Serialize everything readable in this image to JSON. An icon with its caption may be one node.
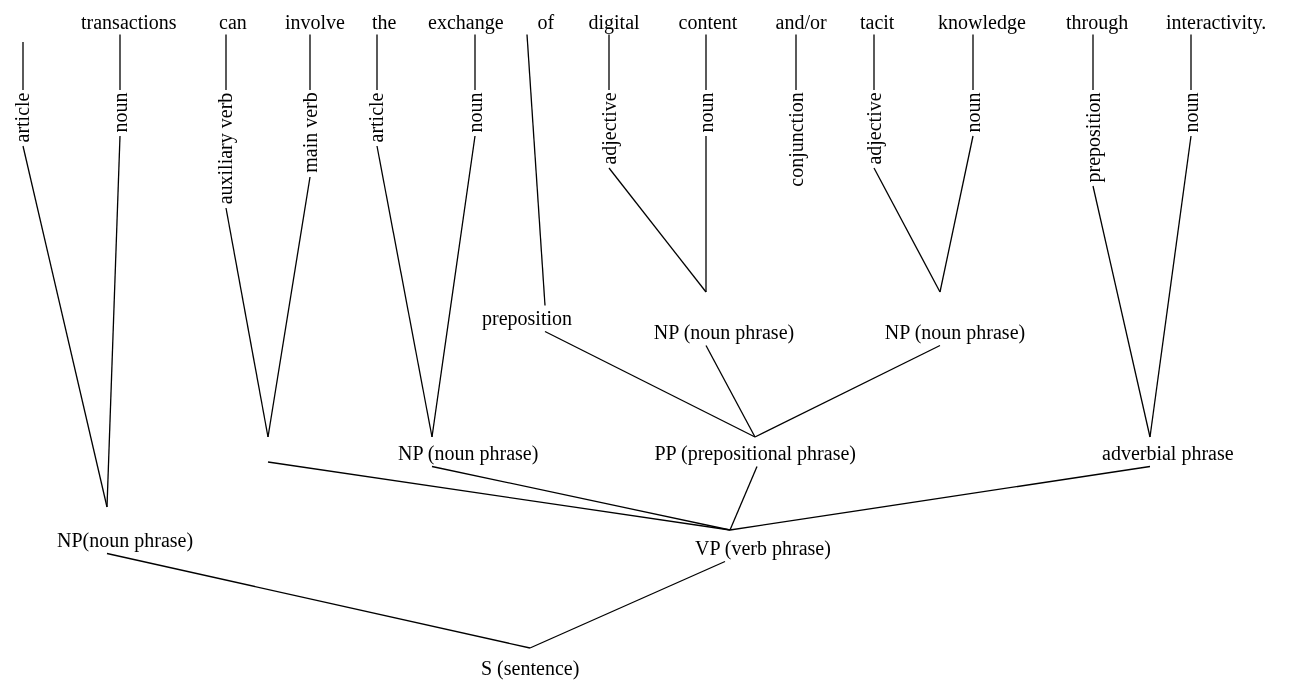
{
  "diagram": {
    "nodes": [
      {
        "text": [
          "transactions"
        ]
      },
      {
        "text": [
          "can"
        ]
      },
      {
        "text": [
          "involve"
        ]
      },
      {
        "text": [
          "the"
        ]
      },
      {
        "text": [
          "exchange"
        ]
      },
      {
        "text": [
          "of"
        ]
      },
      {
        "text": [
          "digital"
        ]
      },
      {
        "text": [
          "content"
        ]
      },
      {
        "text": [
          "and/or"
        ]
      },
      {
        "text": [
          "tacit"
        ]
      },
      {
        "text": [
          "knowledge"
        ]
      },
      {
        "text": [
          "through"
        ]
      },
      {
        "text": [
          "interactivity."
        ]
      },
      {
        "text": [
          "article"
        ]
      },
      {
        "text": [
          "noun"
        ]
      },
      {
        "text": [
          "auxiliary verb"
        ]
      },
      {
        "text": [
          "main verb"
        ]
      },
      {
        "text": [
          "article"
        ]
      },
      {
        "text": [
          "noun"
        ]
      },
      {
        "text": [
          "adjective"
        ]
      },
      {
        "text": [
          "noun"
        ]
      },
      {
        "text": [
          "conjunction"
        ]
      },
      {
        "text": [
          "adjective"
        ]
      },
      {
        "text": [
          "noun"
        ]
      },
      {
        "text": [
          "preposition"
        ]
      },
      {
        "text": [
          "noun"
        ]
      },
      {
        "text": [
          "preposition"
        ]
      },
      {
        "text": [
          "NP (noun phrase)"
        ]
      },
      {
        "text": [
          "NP (noun phrase)"
        ]
      },
      {
        "text": [
          "NP (noun phrase)"
        ]
      },
      {
        "text": [
          "PP (prepositional phrase)"
        ]
      },
      {
        "text": [
          "adverbial phrase"
        ]
      },
      {
        "text": [
          "NP(noun phrase)"
        ]
      },
      {
        "text": [
          "VP (verb phrase)"
        ]
      },
      {
        "text": [
          "S (sentence)"
        ]
      }
    ],
    "edges": [
      {
        "from": null,
        "to": 13,
        "arrow": "none"
      },
      {
        "from": 0,
        "to": 14,
        "arrow": "none"
      },
      {
        "from": 1,
        "to": 15,
        "arrow": "none"
      },
      {
        "from": 2,
        "to": 16,
        "arrow": "none"
      },
      {
        "from": 3,
        "to": 17,
        "arrow": "none"
      },
      {
        "from": 4,
        "to": 18,
        "arrow": "none"
      },
      {
        "from": 5,
        "to": 26,
        "arrow": "none"
      },
      {
        "from": 6,
        "to": 19,
        "arrow": "none"
      },
      {
        "from": 7,
        "to": 20,
        "arrow": "none"
      },
      {
        "from": 8,
        "to": 21,
        "arrow": "none"
      },
      {
        "from": 9,
        "to": 22,
        "arrow": "none"
      },
      {
        "from": 10,
        "to": 23,
        "arrow": "none"
      },
      {
        "from": 11,
        "to": 24,
        "arrow": "none"
      },
      {
        "from": 12,
        "to": 25,
        "arrow": "none"
      },
      {
        "from": 13,
        "to": 32,
        "arrow": "none"
      },
      {
        "from": 14,
        "to": 32,
        "arrow": "none"
      },
      {
        "from": 15,
        "to": null,
        "arrow": "none"
      },
      {
        "from": 16,
        "to": null,
        "arrow": "none"
      },
      {
        "from": 17,
        "to": 29,
        "arrow": "none"
      },
      {
        "from": 18,
        "to": 29,
        "arrow": "none"
      },
      {
        "from": 19,
        "to": 27,
        "arrow": "none"
      },
      {
        "from": 20,
        "to": 27,
        "arrow": "none"
      },
      {
        "from": 22,
        "to": 28,
        "arrow": "none"
      },
      {
        "from": 23,
        "to": 28,
        "arrow": "none"
      },
      {
        "from": 24,
        "to": 31,
        "arrow": "none"
      },
      {
        "from": 25,
        "to": 31,
        "arrow": "none"
      },
      {
        "from": 26,
        "to": 30,
        "arrow": "none"
      },
      {
        "from": 27,
        "to": 30,
        "arrow": "none"
      },
      {
        "from": 28,
        "to": 30,
        "arrow": "none"
      },
      {
        "from": null,
        "to": 33,
        "arrow": "none"
      },
      {
        "from": 29,
        "to": 33,
        "arrow": "none"
      },
      {
        "from": 30,
        "to": 33,
        "arrow": "none"
      },
      {
        "from": 31,
        "to": 33,
        "arrow": "none"
      },
      {
        "from": 32,
        "to": 34,
        "arrow": "none"
      },
      {
        "from": 33,
        "to": 34,
        "arrow": "none"
      }
    ]
  }
}
